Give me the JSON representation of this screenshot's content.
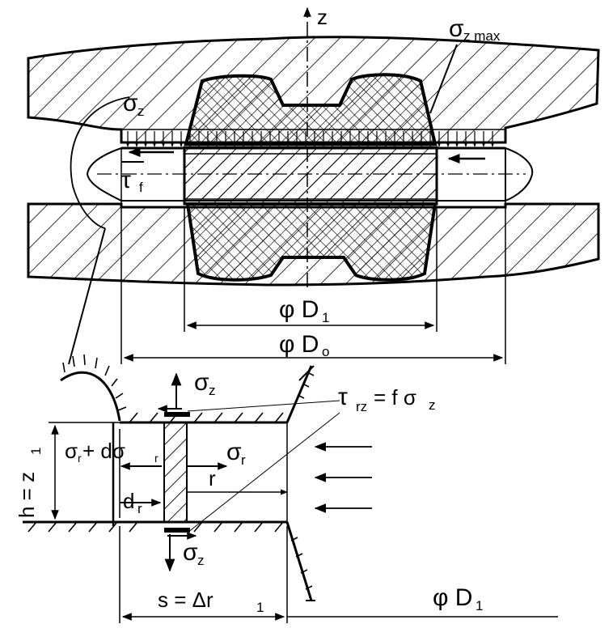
{
  "axis": {
    "z": "z"
  },
  "top_view": {
    "sigma_z": "σ",
    "sigma_z_sub": "z",
    "sigma_z_max": "σ",
    "sigma_z_max_sub": "z max",
    "tau_f": "τ",
    "tau_f_sub": "f",
    "d1_label": "φ D",
    "d1_sub": "1",
    "d0_label": "φ D",
    "d0_sub": "o"
  },
  "detail_view": {
    "sigma_z_top": "σ",
    "sigma_z_top_sub": "z",
    "tau_rz": "τ",
    "tau_rz_sub": "rz",
    "tau_rz_rhs": "= f  σ",
    "tau_rz_rhs_sub": "z",
    "sigma_r_dr": "σ",
    "sigma_r_dr_sub1": "r",
    "sigma_r_dr_mid": " + dσ",
    "sigma_r_dr_sub2": "r",
    "sigma_r": "σ",
    "sigma_r_sub": "r",
    "r_label": "r",
    "dr_label": "d",
    "dr_sub": "r",
    "h_label": "h = z",
    "h_sub": "1",
    "sigma_z_bottom": "σ",
    "sigma_z_bottom_sub": "z",
    "s_label": "s = Δr",
    "s_sub": "1",
    "d1_label": "φ D",
    "d1_sub": "1"
  }
}
